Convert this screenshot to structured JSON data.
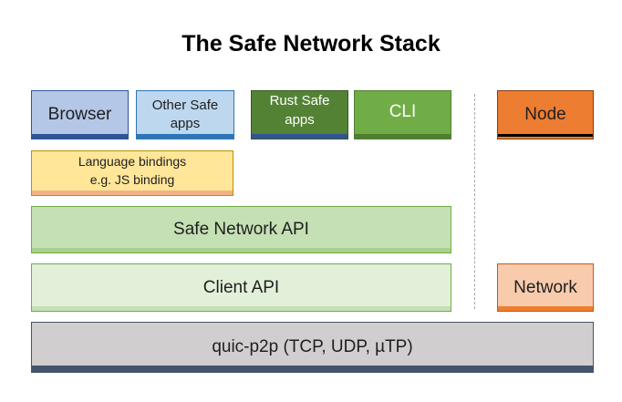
{
  "title": "The Safe Network Stack",
  "colors": {
    "browser": "#b4c7e7",
    "browser_border": "#2f5597",
    "other_safe_apps": "#bdd7ee",
    "other_safe_apps_border": "#2e75b6",
    "rust_safe_apps": "#548235",
    "rust_safe_apps_border": "#385723",
    "cli": "#70ad47",
    "cli_border": "#507e32",
    "node": "#ed7d31",
    "node_border": "#843c0c",
    "language_bindings": "#ffe699",
    "language_bindings_border": "#c55a11",
    "safe_network_api": "#c5e0b4",
    "safe_network_api_border": "#70ad47",
    "client_api": "#e2f0d9",
    "client_api_border": "#70ad47",
    "network": "#f8cbad",
    "network_border": "#c55a11",
    "quic": "#d0cece",
    "quic_border": "#44546a",
    "divider": "#a6a6a6"
  },
  "blocks": {
    "browser": "Browser",
    "other_safe_apps": "Other Safe\napps",
    "rust_safe_apps": "Rust Safe\napps",
    "cli": "CLI",
    "node": "Node",
    "language_bindings": "Language bindings\ne.g. JS binding",
    "safe_network_api": "Safe Network API",
    "client_api": "Client API",
    "network": "Network",
    "quic_p2p": "quic-p2p (TCP, UDP, µTP)"
  }
}
